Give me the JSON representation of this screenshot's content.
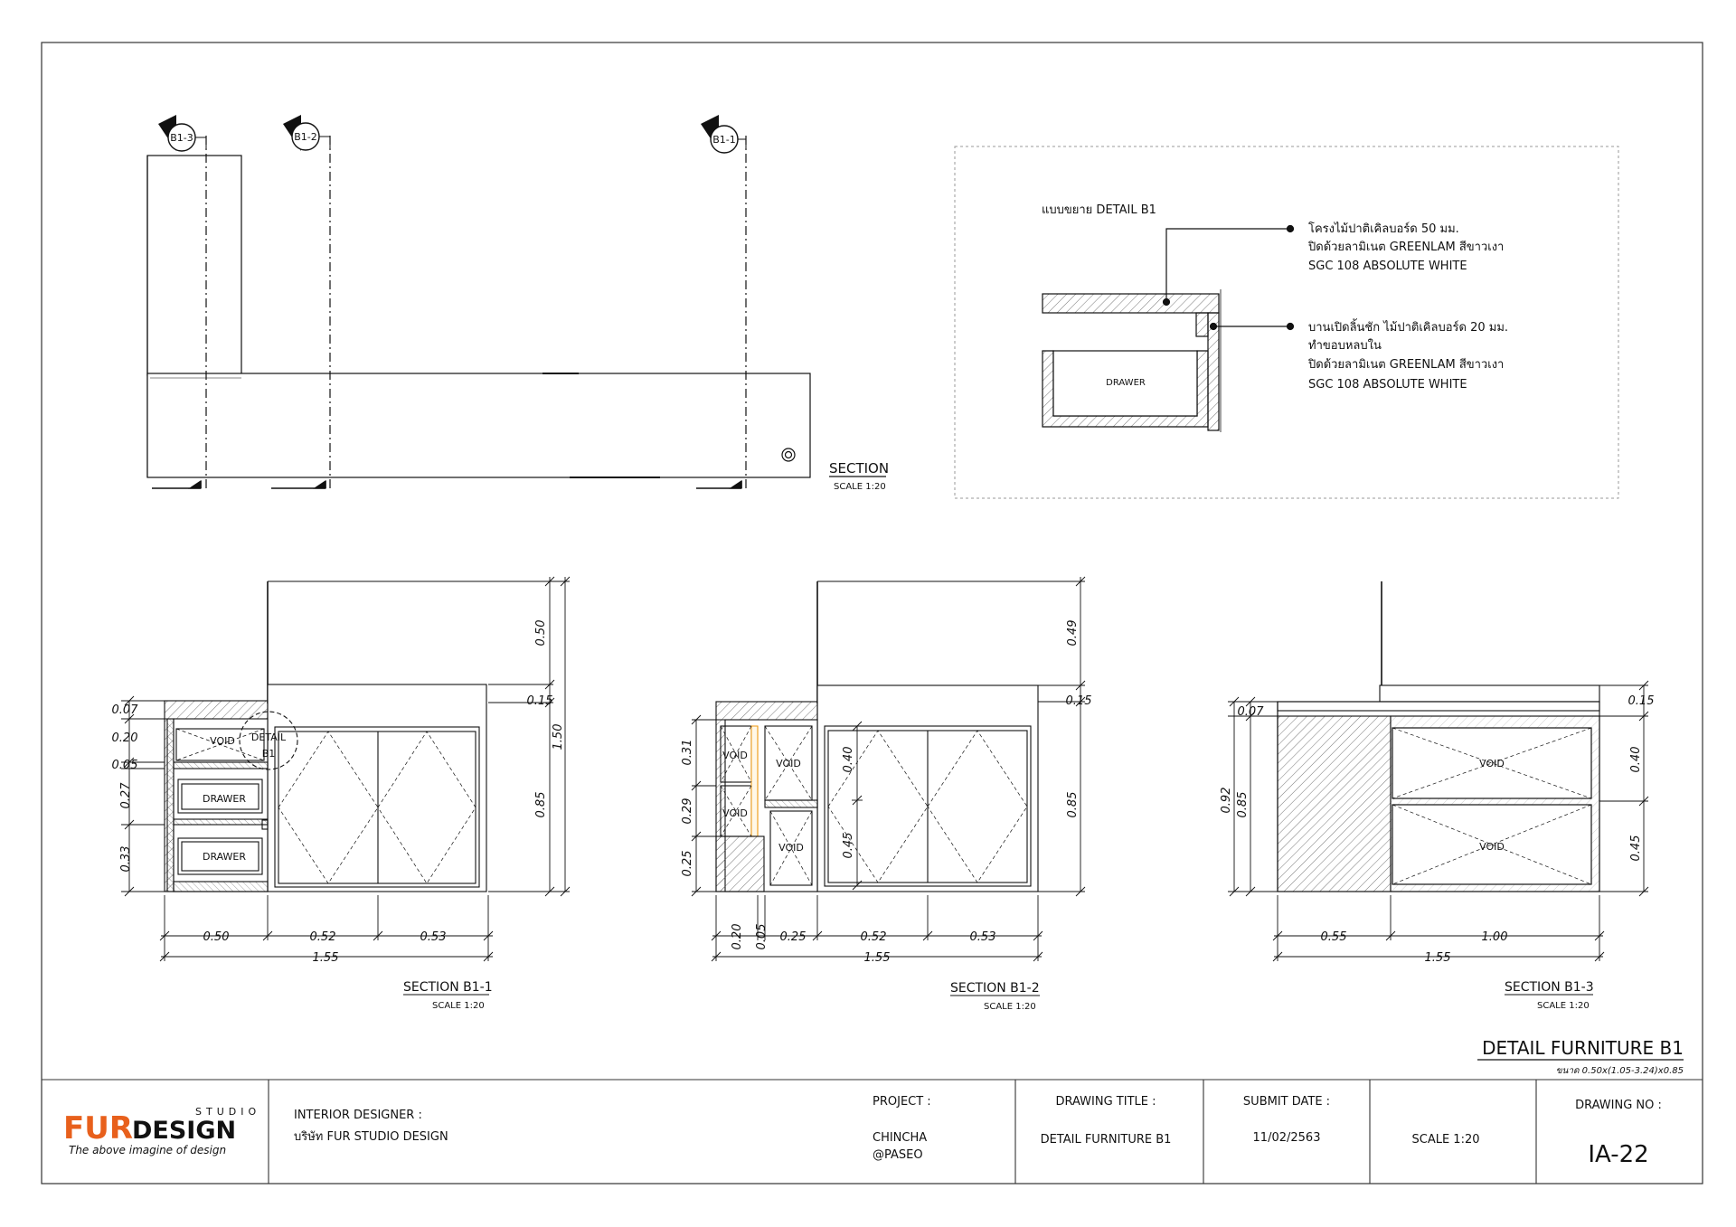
{
  "plan": {
    "markers": [
      "B1-3",
      "B1-2",
      "B1-1"
    ],
    "title": "SECTION",
    "scale": "SCALE 1:20"
  },
  "detail": {
    "title": "แบบขยาย DETAIL B1",
    "note1": [
      "โครงไม้ปาติเคิลบอร์ด 50 มม.",
      "ปิดด้วยลามิเนต GREENLAM สีขาวเงา",
      "SGC 108 ABSOLUTE  WHITE"
    ],
    "note2": [
      "บานเปิดลิ้นชัก  ไม้ปาติเคิลบอร์ด 20 มม.",
      "ทำขอบหลบใน",
      "ปิดด้วยลามิเนต GREENLAM สีขาวเงา",
      "SGC 108 ABSOLUTE  WHITE"
    ],
    "drawer": "DRAWER"
  },
  "section1": {
    "title": "SECTION B1-1",
    "scale": "SCALE  1:20",
    "void": "VOID",
    "drawer": "DRAWER",
    "detail_tag": [
      "DETAIL",
      "B1"
    ],
    "right_dims": [
      "0.50",
      "0.15",
      "0.85",
      "1.50"
    ],
    "left_dims": [
      "0.07",
      "0.20",
      "0.05",
      "0.27",
      "0.33"
    ],
    "bottom_dims": [
      "0.50",
      "0.52",
      "0.53"
    ],
    "total": "1.55"
  },
  "section2": {
    "title": "SECTION B1-2",
    "scale": "SCALE  1:20",
    "void": "VOID",
    "right_dims": [
      "0.49",
      "0.15",
      "0.85"
    ],
    "left_dims": [
      "0.31",
      "0.29",
      "0.25"
    ],
    "inner_dims": [
      "0.40",
      "0.45"
    ],
    "bottom_dims": [
      "0.20",
      "0.05",
      "0.25",
      "0.52",
      "0.53"
    ],
    "total": "1.55"
  },
  "section3": {
    "title": "SECTION B1-3",
    "scale": "SCALE  1:20",
    "void": "VOID",
    "right_dims": [
      "0.15",
      "0.40",
      "0.45"
    ],
    "left_dims": [
      "0.07",
      "0.92",
      "0.85"
    ],
    "bottom_dims": [
      "0.55",
      "1.00"
    ],
    "total": "1.55"
  },
  "sheet": {
    "title": "DETAIL FURNITURE B1",
    "subtitle": "ขนาด 0.50x(1.05-3.24)x0.85"
  },
  "titleblock": {
    "logo_main": "FUR",
    "logo_design": "DESIGN",
    "logo_studio": "STUDIO",
    "tagline": "The above imagine of design",
    "designer_label": "INTERIOR DESIGNER :",
    "designer_name": "บริษัท FUR STUDIO DESIGN",
    "project_label": "PROJECT :",
    "project_name": "CHINCHA",
    "project_place": "@PASEO",
    "drawing_title_label": "DRAWING TITLE :",
    "drawing_title": "DETAIL FURNITURE B1",
    "submit_label": "SUBMIT DATE :",
    "submit_date": "11/02/2563",
    "scale": "SCALE  1:20",
    "drawing_no_label": "DRAWING NO :",
    "drawing_no": "IA-22"
  },
  "colors": {
    "accent": "#E8601C",
    "line": "#111111",
    "note_dim": "#F0A020"
  }
}
